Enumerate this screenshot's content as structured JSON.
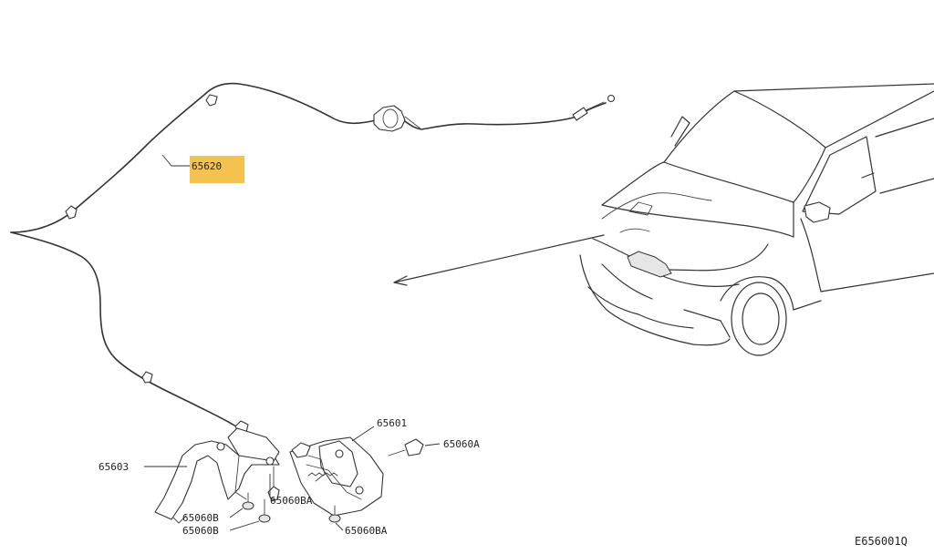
{
  "parts": {
    "cable": "65620",
    "lock": "65601",
    "lever": "65603",
    "bolt_a": "65060A",
    "bolt_ba": "65060BA",
    "bolt_b1": "65060B",
    "bolt_b2": "65060B",
    "bolt_b_a": "65060BA"
  },
  "diagram_id": "E656001Q",
  "highlight_color": "#f5c250"
}
